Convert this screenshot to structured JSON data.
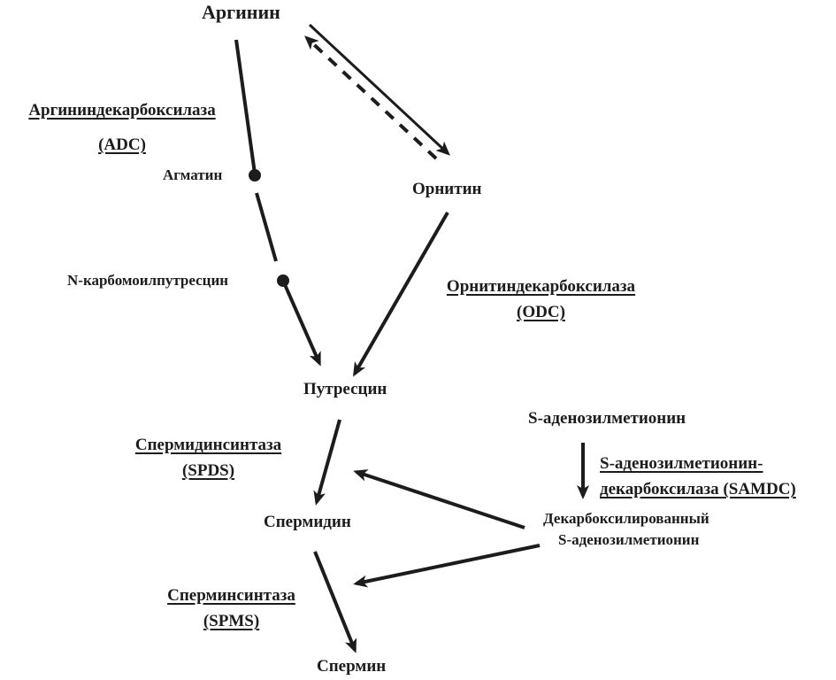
{
  "title": "Polyamine biosynthesis pathway",
  "colors": {
    "ink": "#1c1c1c",
    "background": "#ffffff"
  },
  "nodes": {
    "arginine": "Аргинин",
    "ornithine": "Орнитин",
    "agmatine": "Агматин",
    "n_carbamoylputrescine": "N-карбомоилпутресцин",
    "putrescine": "Путресцин",
    "sam": "S-аденозилметионин",
    "dcsam_line1": "Декарбоксилированный",
    "dcsam_line2": "S-аденозилметионин",
    "spermidine": "Спермидин",
    "spermine": "Спермин"
  },
  "enzymes": {
    "adc": {
      "name": "Аргининдекарбоксилаза",
      "abbr": "(ADC)"
    },
    "odc": {
      "name": "Орнитиндекарбоксилаза",
      "abbr": "(ODC)"
    },
    "samdc": {
      "line1": "S-аденозилметионин-",
      "line2": "декарбоксилаза (SAMDC)"
    },
    "spds": {
      "name": "Спермидинсинтаза",
      "abbr": "(SPDS)"
    },
    "spms": {
      "name": "Сперминсинтаза",
      "abbr": "(SPMS)"
    }
  },
  "edges": [
    {
      "from": "arginine",
      "to": "agmatine",
      "style": "solid",
      "head": "dot",
      "enzyme": "adc"
    },
    {
      "from": "agmatine",
      "to": "n_carbamoylputrescine",
      "style": "solid",
      "head": "none"
    },
    {
      "from": "n_carbamoylputrescine",
      "to": "putrescine",
      "style": "solid",
      "head": "arrow"
    },
    {
      "from": "arginine",
      "to": "ornithine",
      "style": "solid",
      "head": "arrow"
    },
    {
      "from": "ornithine",
      "to": "arginine",
      "style": "dashed",
      "head": "arrow"
    },
    {
      "from": "ornithine",
      "to": "putrescine",
      "style": "solid",
      "head": "arrow",
      "enzyme": "odc"
    },
    {
      "from": "putrescine",
      "to": "spermidine",
      "style": "solid",
      "head": "arrow",
      "enzyme": "spds"
    },
    {
      "from": "sam",
      "to": "dcsam",
      "style": "solid",
      "head": "arrow",
      "enzyme": "samdc"
    },
    {
      "from": "dcsam",
      "to": "spermidine",
      "style": "solid",
      "head": "arrow"
    },
    {
      "from": "dcsam",
      "to": "spermine",
      "style": "solid",
      "head": "arrow"
    },
    {
      "from": "spermidine",
      "to": "spermine",
      "style": "solid",
      "head": "arrow",
      "enzyme": "spms"
    }
  ]
}
